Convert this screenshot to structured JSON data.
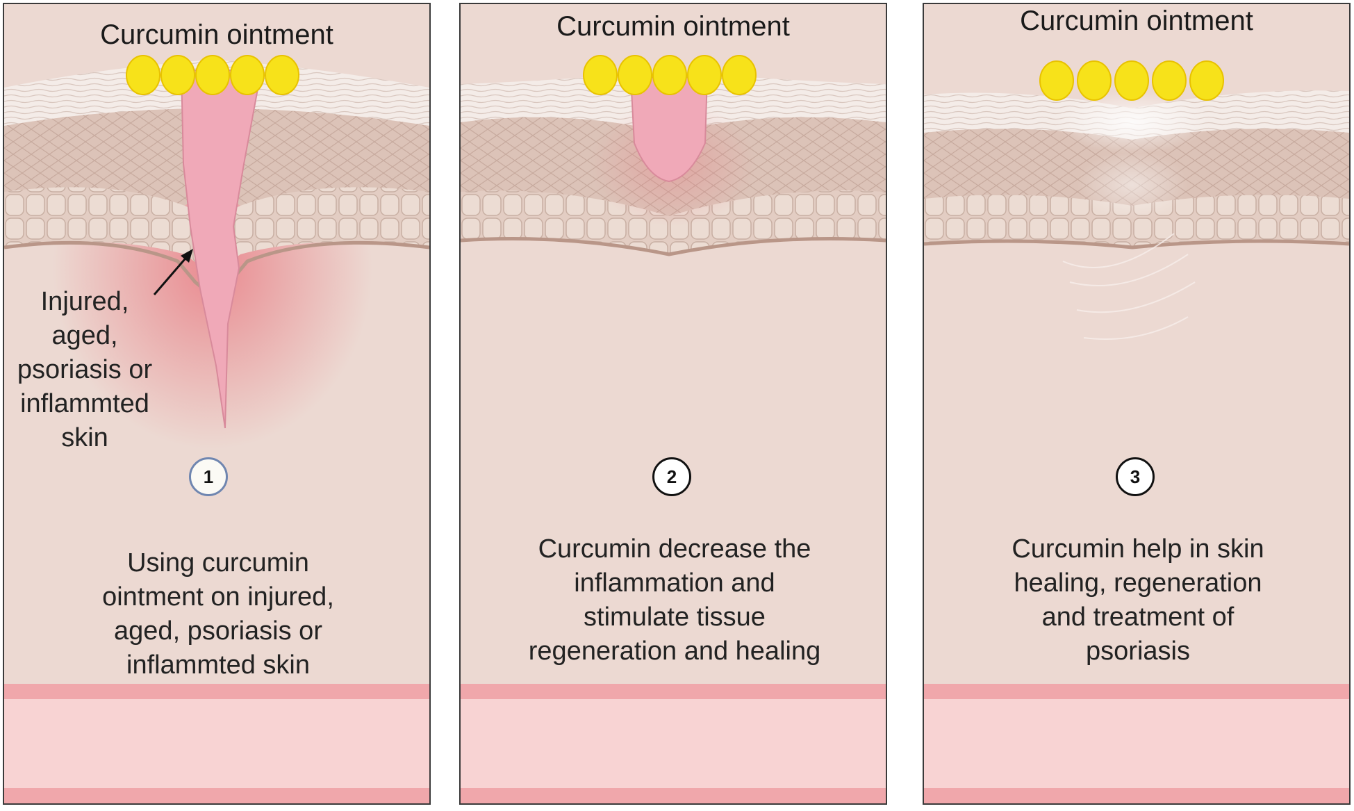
{
  "panels": [
    {
      "title": "Curcumin ointment",
      "step": "1",
      "side_label": "Injured,\naged,\npsoriasis  or\ninflammted\nskin",
      "caption": "Using curcumin\nointment on injured,\naged, psoriasis  or\ninflammted skin"
    },
    {
      "title": "Curcumin ointment",
      "step": "2",
      "caption": "Curcumin decrease the\ninflammation and\nstimulate tissue\nregeneration and healing"
    },
    {
      "title": "Curcumin ointment",
      "step": "3",
      "caption": "Curcumin help in skin\nhealing, regeneration\nand treatment of\npsoriasis"
    }
  ],
  "colors": {
    "ointment": "#f7e21a",
    "wound": "#f0a9b8",
    "inflammation": "#e8707a",
    "dermis": "#ecd9d2",
    "epidermis": "#d8bfb3",
    "cell_layer": "#e6d2c8",
    "vessel": "#f8d3d3",
    "vessel_cell": "#e58b92",
    "border": "#3a3a3a"
  }
}
